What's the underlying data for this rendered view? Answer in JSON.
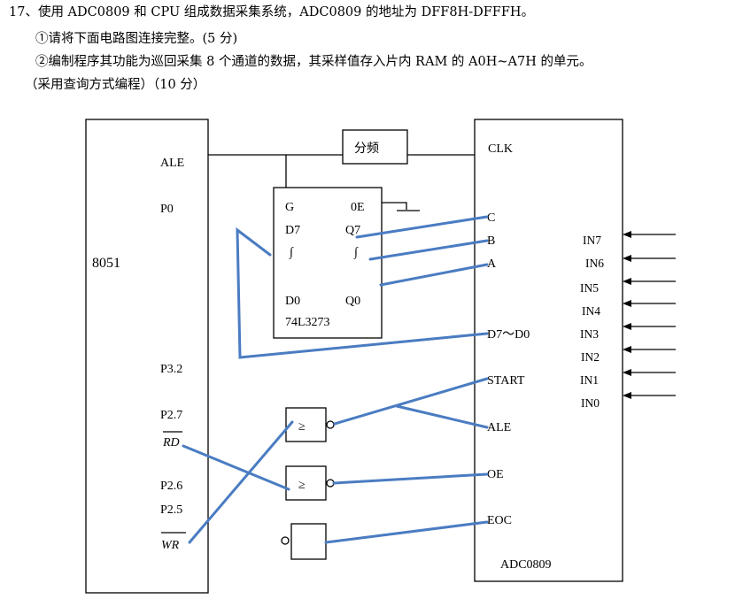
{
  "question": {
    "line1": "17、使用 ADC0809 和 CPU 组成数据采集系统，ADC0809 的地址为 DFF8H-DFFFH。",
    "line2": "①请将下面电路图连接完整。(5 分)",
    "line3": "②编制程序其功能为巡回采集 8 个通道的数据，其采样值存入片内 RAM 的  A0H~A7H   的单元。",
    "line4": "（采用查询方式编程）（10 分）"
  },
  "cpu": {
    "name": "8051",
    "pins": {
      "ale": "ALE",
      "p0": "P0",
      "p32": "P3.2",
      "p27": "P2.7",
      "rd": "RD",
      "p26": "P2.6",
      "p25": "P2.5",
      "wr": "WR"
    }
  },
  "divider": {
    "label": "分频"
  },
  "latch": {
    "name": "74L3273",
    "pins": {
      "g": "G",
      "oe": "0E",
      "d7": "D7",
      "q7": "Q7",
      "d0": "D0",
      "q0": "Q0",
      "dots_left": "∫",
      "dots_right": "∫"
    }
  },
  "gates": {
    "nor1": "≥",
    "nor2": "≥"
  },
  "adc": {
    "name": "ADC0809",
    "pins": {
      "clk": "CLK",
      "c": "C",
      "b": "B",
      "a": "A",
      "data": "D7～D0",
      "start": "START",
      "ale": "ALE",
      "oe": "OE",
      "eoc": "EOC"
    },
    "inputs": [
      "IN7",
      "IN6",
      "IN5",
      "IN4",
      "IN3",
      "IN2",
      "IN1",
      "IN0"
    ]
  },
  "colors": {
    "answer_wire": "#4a7cc2",
    "line": "#000000"
  }
}
